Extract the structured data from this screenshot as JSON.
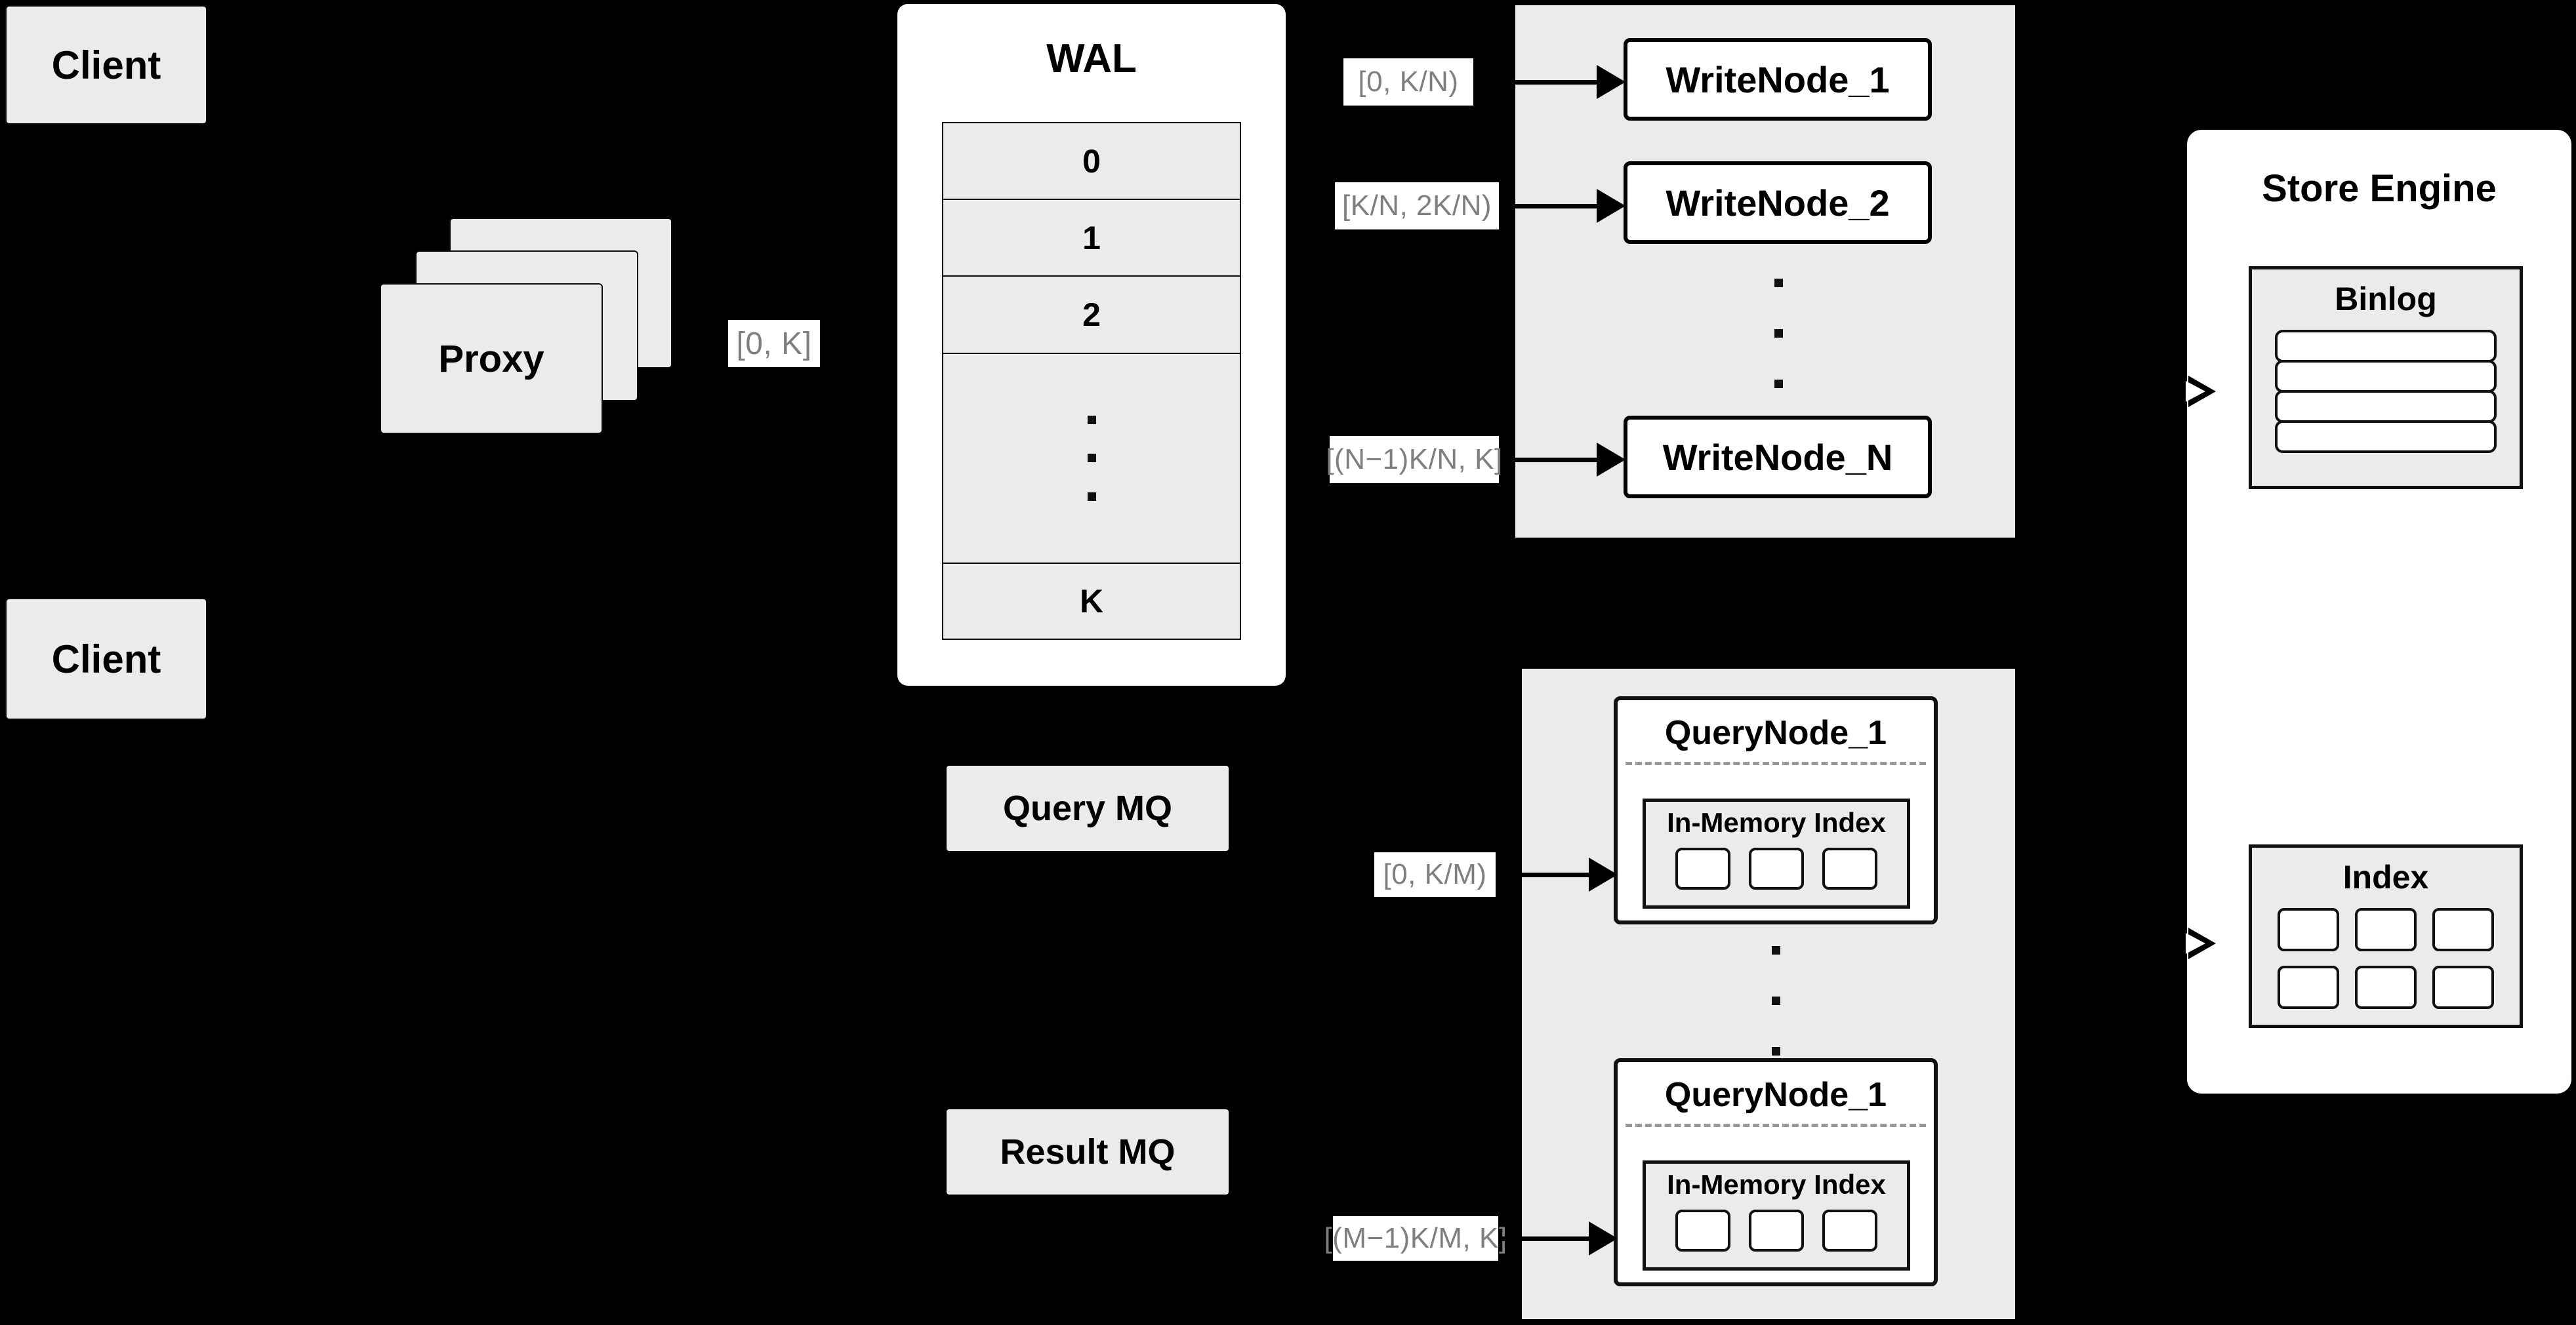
{
  "diagram": {
    "title": "Distributed write/query architecture",
    "background_color": "#000000",
    "node_fill": "#ebebeb",
    "panel_fill": "#ebebeb",
    "white_fill": "#ffffff",
    "stroke_color": "#0d0d0d",
    "tag_text_color": "#7f7f7f"
  },
  "clients": [
    {
      "label": "Client"
    },
    {
      "label": "Client"
    }
  ],
  "proxy": {
    "label": "Proxy",
    "stack_count": 3
  },
  "proxy_range_tag": {
    "label": "[0, K]"
  },
  "wal": {
    "title": "WAL",
    "cells": [
      {
        "label": "0"
      },
      {
        "label": "1"
      },
      {
        "label": "2"
      },
      {
        "label": "",
        "ellipsis": true
      },
      {
        "label": "K"
      }
    ]
  },
  "queues": [
    {
      "label": "Query MQ"
    },
    {
      "label": "Result MQ"
    }
  ],
  "write_cluster": {
    "nodes": [
      {
        "label": "WriteNode_1",
        "range_tag": "[0,  K/N)"
      },
      {
        "label": "WriteNode_2",
        "range_tag": "[K/N, 2K/N)"
      },
      {
        "label": "WriteNode_N",
        "range_tag": "[(N−1)K/N,  K]"
      }
    ],
    "ellipsis": true
  },
  "query_cluster": {
    "nodes": [
      {
        "label": "QueryNode_1",
        "range_tag": "[0, K/M)",
        "index": {
          "title": "In-Memory Index",
          "segment_count": 3
        }
      },
      {
        "label": "QueryNode_1",
        "range_tag": "[(M−1)K/M, K]",
        "index": {
          "title": "In-Memory Index",
          "segment_count": 3
        }
      }
    ],
    "ellipsis": true
  },
  "store_engine": {
    "title": "Store Engine",
    "binlog": {
      "title": "Binlog",
      "row_count": 4
    },
    "index": {
      "title": "Index",
      "rows": 2,
      "cols": 3,
      "cell_count": 6
    }
  }
}
